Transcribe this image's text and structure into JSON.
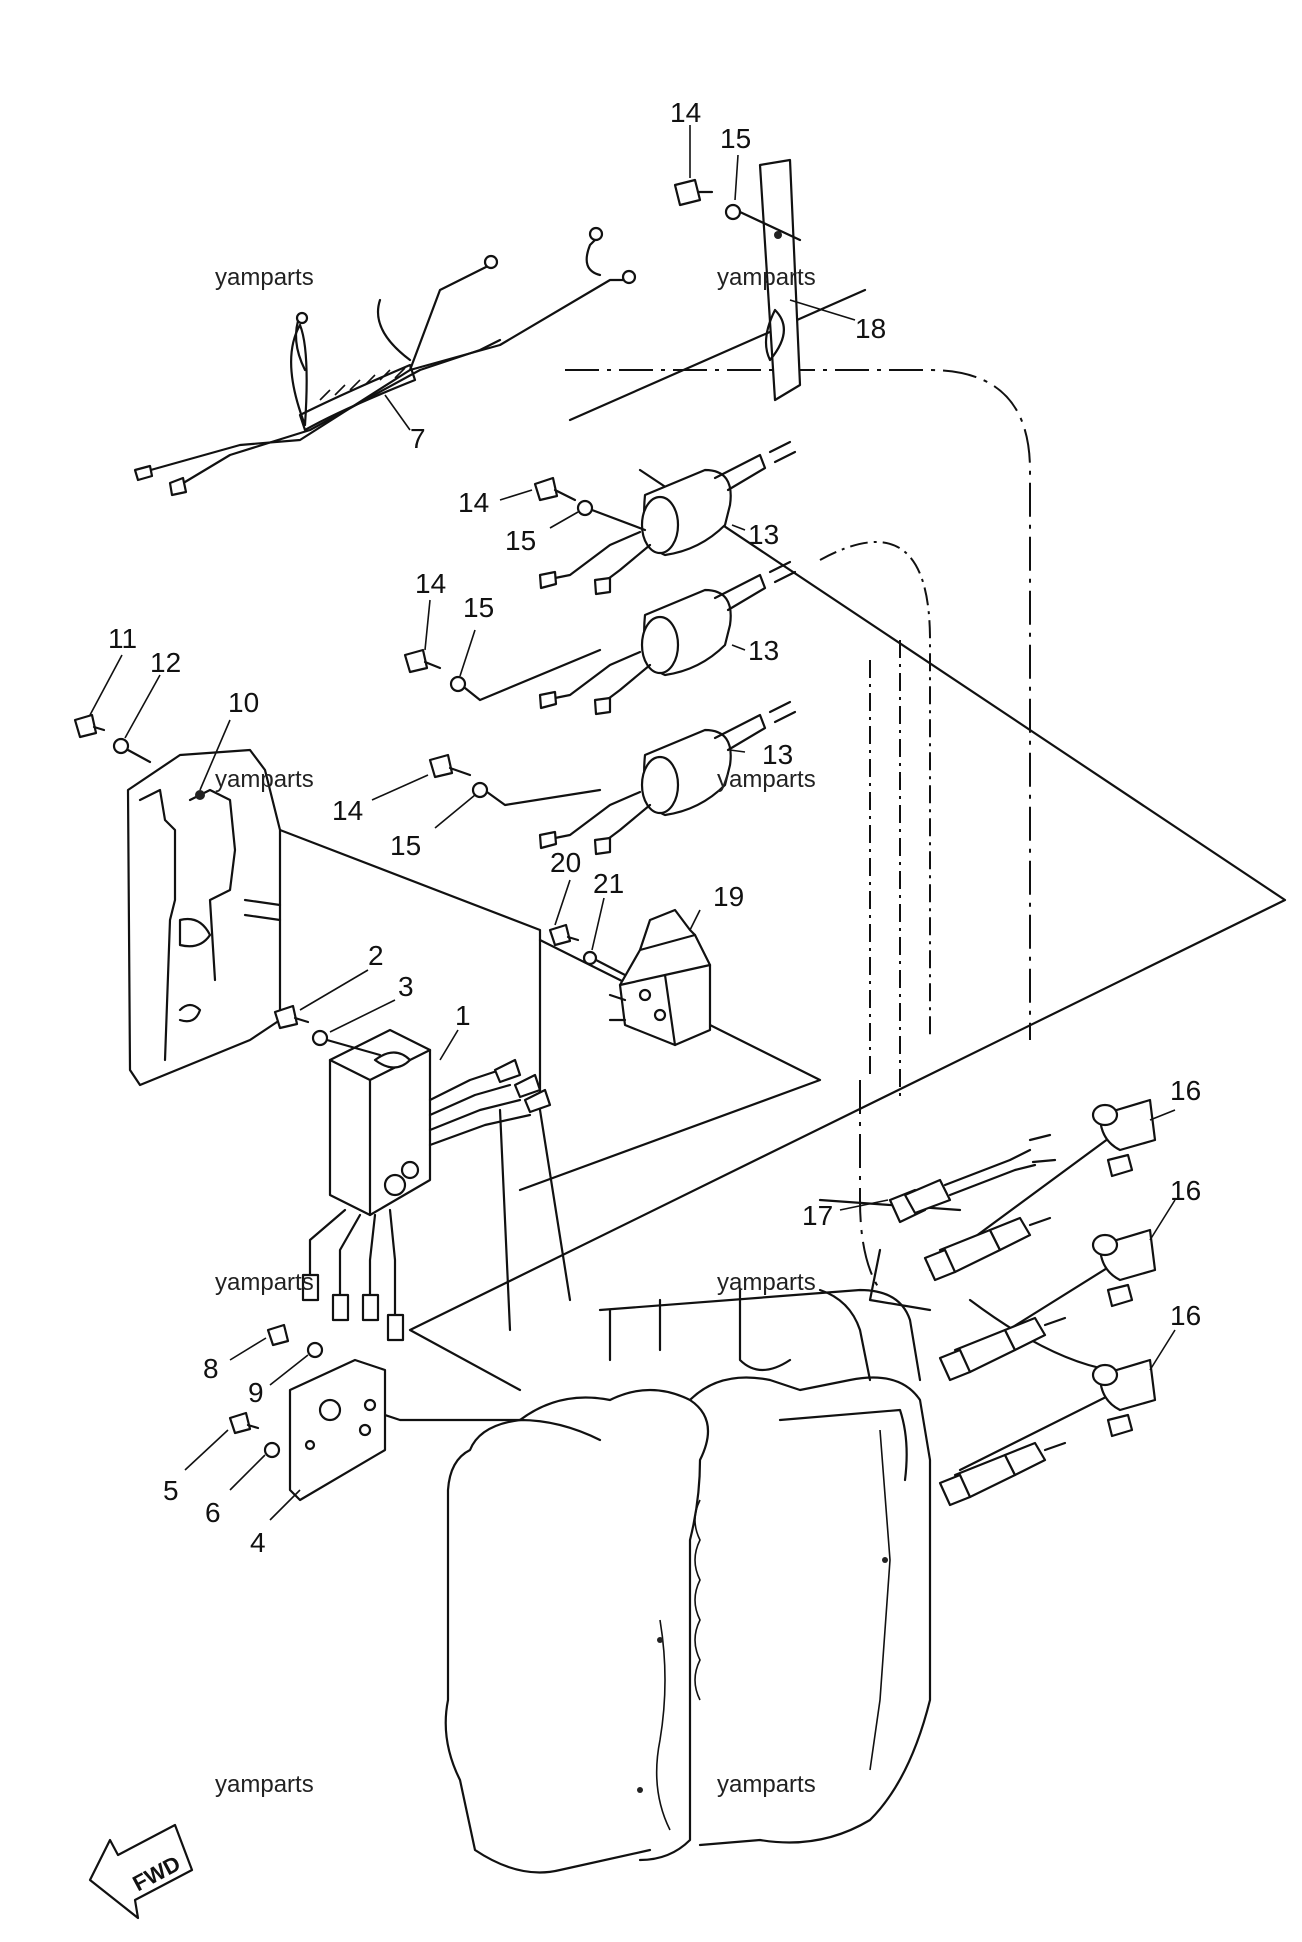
{
  "watermark": "yamparts",
  "fwd_label": "FWD",
  "parts": {
    "p1": "1",
    "p2": "2",
    "p3": "3",
    "p4": "4",
    "p5": "5",
    "p6": "6",
    "p7": "7",
    "p8": "8",
    "p9": "9",
    "p10": "10",
    "p11": "11",
    "p12": "12",
    "p13": "13",
    "p14": "14",
    "p15": "15",
    "p16": "16",
    "p17": "17",
    "p18": "18",
    "p19": "19",
    "p20": "20",
    "p21": "21"
  }
}
